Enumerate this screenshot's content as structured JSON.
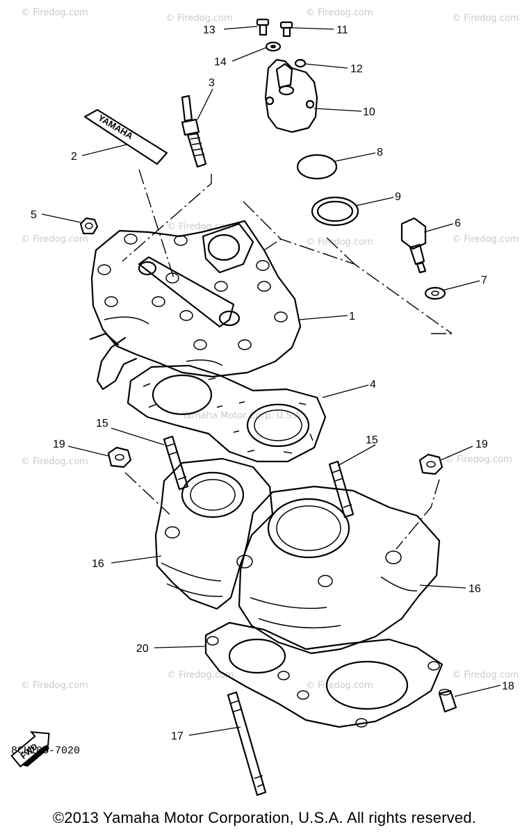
{
  "watermarks": {
    "site": "© Firedog.com",
    "center": "Yamaha Motor Corp. U.S.A."
  },
  "callouts": [
    {
      "id": "c1",
      "text": "1"
    },
    {
      "id": "c2",
      "text": "2"
    },
    {
      "id": "c3",
      "text": "3"
    },
    {
      "id": "c4",
      "text": "4"
    },
    {
      "id": "c5",
      "text": "5"
    },
    {
      "id": "c6",
      "text": "6"
    },
    {
      "id": "c7",
      "text": "7"
    },
    {
      "id": "c8",
      "text": "8"
    },
    {
      "id": "c9",
      "text": "9"
    },
    {
      "id": "c10",
      "text": "10"
    },
    {
      "id": "c11",
      "text": "11"
    },
    {
      "id": "c12",
      "text": "12"
    },
    {
      "id": "c13",
      "text": "13"
    },
    {
      "id": "c14",
      "text": "14"
    },
    {
      "id": "c15a",
      "text": "15"
    },
    {
      "id": "c15b",
      "text": "15"
    },
    {
      "id": "c16a",
      "text": "16"
    },
    {
      "id": "c16b",
      "text": "16"
    },
    {
      "id": "c17",
      "text": "17"
    },
    {
      "id": "c18",
      "text": "18"
    },
    {
      "id": "c19a",
      "text": "19"
    },
    {
      "id": "c19b",
      "text": "19"
    },
    {
      "id": "c20",
      "text": "20"
    }
  ],
  "fwd_label": "FWD",
  "decal_text": "YAMAHA",
  "diagram_ref": "8CH100-7020",
  "copyright": "©2013 Yamaha Motor Corporation, U.S.A. All rights reserved."
}
